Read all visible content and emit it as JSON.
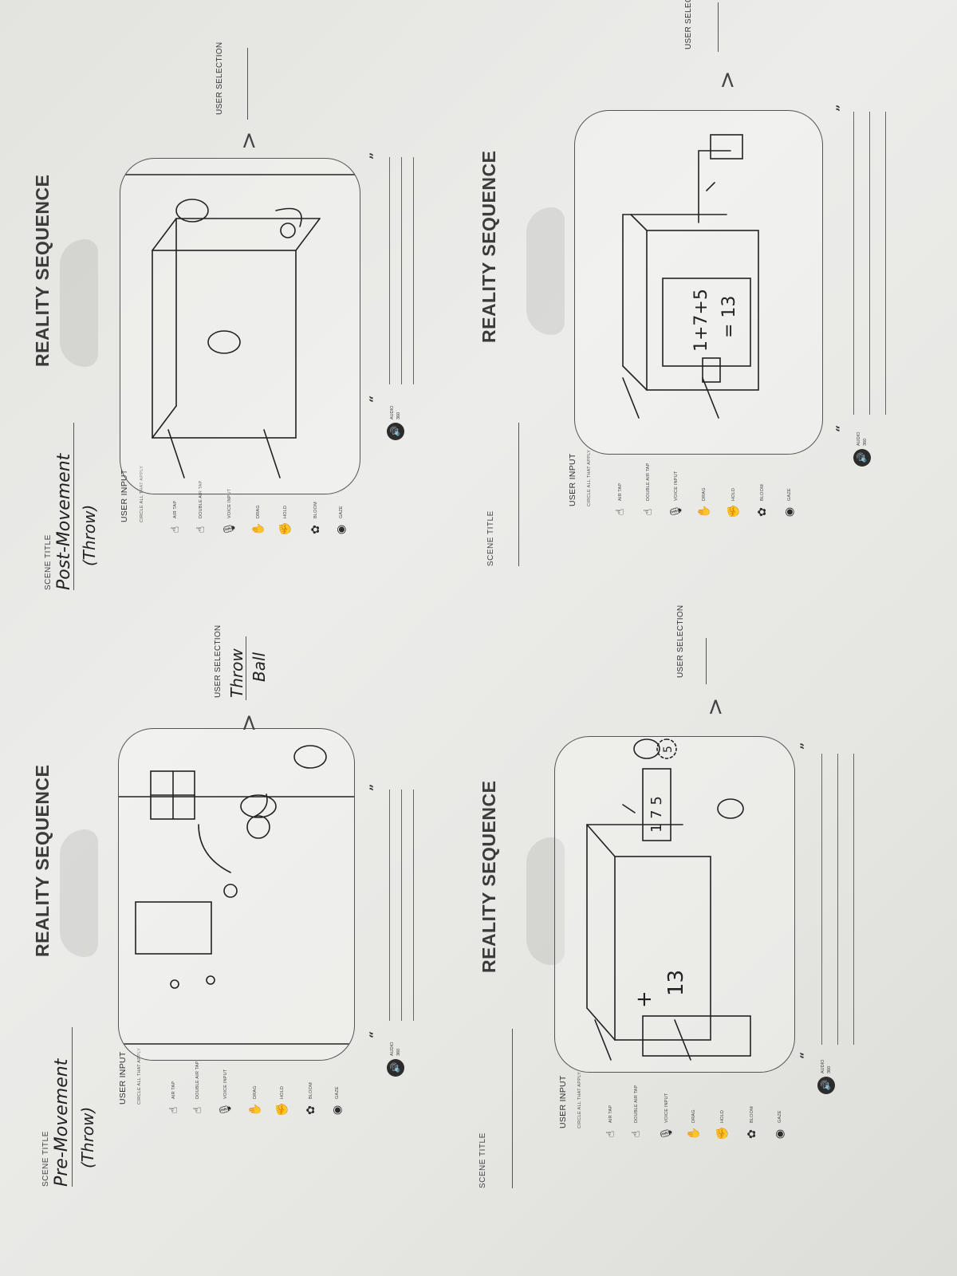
{
  "panels": [
    {
      "rs_title": "REALITY SEQUENCE",
      "scene_label": "SCENE TITLE",
      "scene_value": "Pre-Movement",
      "scene_sub": "(Throw)",
      "ui_title": "USER INPUT",
      "ui_sub": "CIRCLE ALL THAT APPLY",
      "inputs": [
        {
          "icon": "air-tap-icon",
          "glyph": "☝",
          "label": "AIR TAP"
        },
        {
          "icon": "double-air-tap-icon",
          "glyph": "☝",
          "label": "DOUBLE AIR TAP"
        },
        {
          "icon": "voice-input-icon",
          "glyph": "🎙",
          "label": "VOICE INPUT"
        },
        {
          "icon": "drag-icon",
          "glyph": "✋",
          "label": "DRAG"
        },
        {
          "icon": "hold-icon",
          "glyph": "✊",
          "label": "HOLD"
        },
        {
          "icon": "bloom-icon",
          "glyph": "✿",
          "label": "BLOOM"
        },
        {
          "icon": "gaze-icon",
          "glyph": "◉",
          "label": "GAZE"
        }
      ],
      "sel_label": "USER SELECTION",
      "sel_value": "Throw",
      "sel_sub": "Ball",
      "audio_label": "AUDIO",
      "audio_sub": "360"
    },
    {
      "rs_title": "REALITY SEQUENCE",
      "scene_label": "SCENE TITLE",
      "scene_value": "Post-Movement",
      "scene_sub": "(Throw)",
      "ui_title": "USER INPUT",
      "ui_sub": "CIRCLE ALL THAT APPLY",
      "inputs": [
        {
          "icon": "air-tap-icon",
          "glyph": "☝",
          "label": "AIR TAP"
        },
        {
          "icon": "double-air-tap-icon",
          "glyph": "☝",
          "label": "DOUBLE AIR TAP"
        },
        {
          "icon": "voice-input-icon",
          "glyph": "🎙",
          "label": "VOICE INPUT"
        },
        {
          "icon": "drag-icon",
          "glyph": "✋",
          "label": "DRAG"
        },
        {
          "icon": "hold-icon",
          "glyph": "✊",
          "label": "HOLD"
        },
        {
          "icon": "bloom-icon",
          "glyph": "✿",
          "label": "BLOOM"
        },
        {
          "icon": "gaze-icon",
          "glyph": "◉",
          "label": "GAZE"
        }
      ],
      "sel_label": "USER SELECTION",
      "sel_value": "",
      "sel_sub": "",
      "audio_label": "AUDIO",
      "audio_sub": "360"
    },
    {
      "rs_title": "REALITY SEQUENCE",
      "scene_label": "SCENE TITLE",
      "scene_value": "",
      "scene_sub": "",
      "ui_title": "USER INPUT",
      "ui_sub": "CIRCLE ALL THAT APPLY",
      "inputs": [
        {
          "icon": "air-tap-icon",
          "glyph": "☝",
          "label": "AIR TAP"
        },
        {
          "icon": "double-air-tap-icon",
          "glyph": "☝",
          "label": "DOUBLE AIR TAP"
        },
        {
          "icon": "voice-input-icon",
          "glyph": "🎙",
          "label": "VOICE INPUT"
        },
        {
          "icon": "drag-icon",
          "glyph": "✋",
          "label": "DRAG"
        },
        {
          "icon": "hold-icon",
          "glyph": "✊",
          "label": "HOLD"
        },
        {
          "icon": "bloom-icon",
          "glyph": "✿",
          "label": "BLOOM"
        },
        {
          "icon": "gaze-icon",
          "glyph": "◉",
          "label": "GAZE"
        }
      ],
      "sel_label": "USER SELECTION",
      "sel_value": "",
      "sel_sub": "",
      "audio_label": "AUDIO",
      "audio_sub": "360",
      "sketch_text_a": "+",
      "sketch_text_b": "13",
      "sketch_text_c": "1 7 5",
      "sketch_text_d": "5"
    },
    {
      "rs_title": "REALITY SEQUENCE",
      "scene_label": "SCENE TITLE",
      "scene_value": "",
      "scene_sub": "",
      "ui_title": "USER INPUT",
      "ui_sub": "CIRCLE ALL THAT APPLY",
      "inputs": [
        {
          "icon": "air-tap-icon",
          "glyph": "☝",
          "label": "AIR TAP"
        },
        {
          "icon": "double-air-tap-icon",
          "glyph": "☝",
          "label": "DOUBLE AIR TAP"
        },
        {
          "icon": "voice-input-icon",
          "glyph": "🎙",
          "label": "VOICE INPUT"
        },
        {
          "icon": "drag-icon",
          "glyph": "✋",
          "label": "DRAG"
        },
        {
          "icon": "hold-icon",
          "glyph": "✊",
          "label": "HOLD"
        },
        {
          "icon": "bloom-icon",
          "glyph": "✿",
          "label": "BLOOM"
        },
        {
          "icon": "gaze-icon",
          "glyph": "◉",
          "label": "GAZE"
        }
      ],
      "sel_label": "USER SELECT",
      "sel_value": "",
      "sel_sub": "",
      "audio_label": "AUDIO",
      "audio_sub": "360",
      "sketch_text_a": "1+7+5",
      "sketch_text_b": "= 13"
    }
  ],
  "colors": {
    "paper": "#e8e8e4",
    "ink": "#222222",
    "print": "#3b3b3b"
  }
}
